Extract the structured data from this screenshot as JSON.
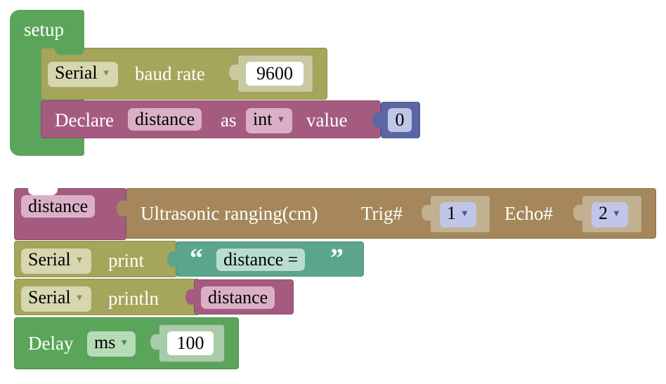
{
  "colors": {
    "event": "#5ba55b",
    "serial": "#a5a55b",
    "variable": "#a55b80",
    "math": "#5b67a5",
    "sensor": "#a5875b",
    "text": "#5ba58c"
  },
  "setup_block": {
    "label": "setup",
    "baud": {
      "dropdown": "Serial",
      "label": "baud rate",
      "value": "9600"
    },
    "declare": {
      "label": "Declare",
      "var": "distance",
      "as_label": "as",
      "type": "int",
      "value_label": "value",
      "value": "0"
    }
  },
  "loop_block": {
    "sensor": {
      "var": "distance",
      "label": "Ultrasonic ranging(cm)",
      "trig_label": "Trig#",
      "trig_value": "1",
      "echo_label": "Echo#",
      "echo_value": "2"
    },
    "print": {
      "dropdown": "Serial",
      "label": "print",
      "open_quote": "“",
      "text": "distance =",
      "close_quote": "”"
    },
    "println": {
      "dropdown": "Serial",
      "label": "println",
      "var": "distance"
    },
    "delay": {
      "label": "Delay",
      "unit": "ms",
      "value": "100"
    }
  }
}
